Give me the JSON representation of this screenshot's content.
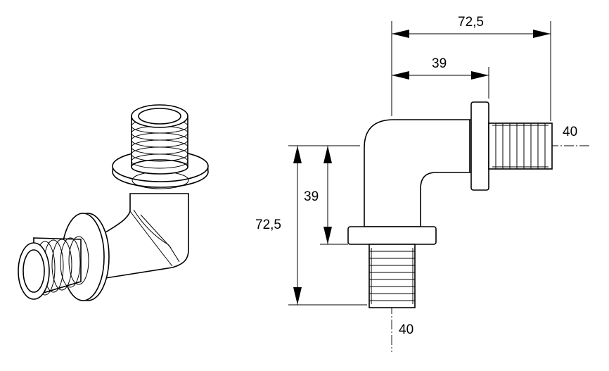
{
  "dimensions": {
    "top_overall": "72,5",
    "top_partial": "39",
    "left_overall": "72,5",
    "left_partial": "39",
    "right_outlet": "40",
    "bottom_outlet": "40"
  }
}
